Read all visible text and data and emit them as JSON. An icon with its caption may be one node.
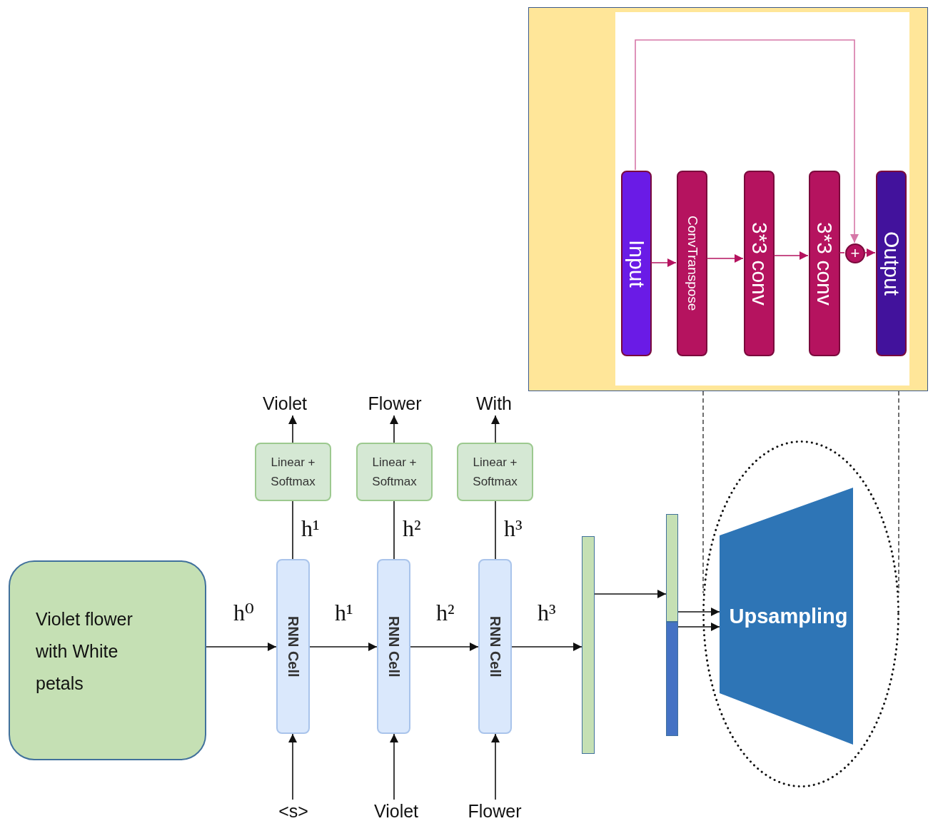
{
  "diagram": {
    "nodes": [
      {
        "text": [
          "Violet flower with White petals"
        ]
      },
      {
        "text": [
          "RNN Cell"
        ]
      },
      {
        "text": [
          "RNN Cell"
        ]
      },
      {
        "text": [
          "RNN Cell"
        ]
      },
      {
        "text": [
          "Linear + Softmax"
        ]
      },
      {
        "text": [
          "Linear + Softmax"
        ]
      },
      {
        "text": [
          "Linear + Softmax"
        ]
      },
      {
        "text": [
          "Violet"
        ]
      },
      {
        "text": [
          "Flower"
        ]
      },
      {
        "text": [
          "With"
        ]
      },
      {
        "text": [
          "<s>"
        ]
      },
      {
        "text": [
          "Violet"
        ]
      },
      {
        "text": [
          "Flower"
        ]
      },
      {
        "text": [],
        "shape": "bar"
      },
      {
        "text": [],
        "shape": "bar"
      },
      {
        "text": [],
        "shape": "bar"
      },
      {
        "text": [],
        "shape": "circle"
      },
      {
        "text": [
          "Upsampling"
        ],
        "in": 16
      },
      {
        "text": [],
        "shape": "box"
      },
      {
        "text": [
          "Input"
        ],
        "in": 18
      },
      {
        "text": [
          "ConvTranspose"
        ],
        "in": 18
      },
      {
        "text": [
          "3*3 conv"
        ],
        "in": 18
      },
      {
        "text": [
          "3*3 conv"
        ],
        "in": 18
      },
      {
        "text": [
          "+"
        ],
        "in": 18
      },
      {
        "text": [
          "Output"
        ],
        "in": 18
      }
    ],
    "edges": [
      {
        "from": 0,
        "to": 1,
        "arrow": "to",
        "label": "h⁰"
      },
      {
        "from": 1,
        "to": 2,
        "arrow": "to",
        "label": "h¹"
      },
      {
        "from": 2,
        "to": 3,
        "arrow": "to",
        "label": "h²"
      },
      {
        "from": 3,
        "to": 13,
        "arrow": "to",
        "label": "h³"
      },
      {
        "from": 1,
        "to": 4,
        "arrow": "none",
        "label": "h¹"
      },
      {
        "from": 2,
        "to": 5,
        "arrow": "none",
        "label": "h²"
      },
      {
        "from": 3,
        "to": 6,
        "arrow": "none",
        "label": "h³"
      },
      {
        "from": 4,
        "to": 7,
        "arrow": "to"
      },
      {
        "from": 5,
        "to": 8,
        "arrow": "to"
      },
      {
        "from": 6,
        "to": 9,
        "arrow": "to"
      },
      {
        "from": 10,
        "to": 1,
        "arrow": "to"
      },
      {
        "from": 11,
        "to": 2,
        "arrow": "to"
      },
      {
        "from": 12,
        "to": 3,
        "arrow": "to"
      },
      {
        "from": 13,
        "to": 14,
        "arrow": "to"
      },
      {
        "from": 14,
        "to": 17,
        "arrow": "to"
      },
      {
        "from": 15,
        "to": 17,
        "arrow": "to"
      },
      {
        "from": 19,
        "to": 20,
        "arrow": "to",
        "color": "#b5135f"
      },
      {
        "from": 20,
        "to": 21,
        "arrow": "to",
        "color": "#b5135f"
      },
      {
        "from": 21,
        "to": 22,
        "arrow": "to",
        "color": "#b5135f"
      },
      {
        "from": 22,
        "to": 23,
        "arrow": "none",
        "color": "#b5135f"
      },
      {
        "from": 23,
        "to": 24,
        "arrow": "to",
        "color": "#b5135f"
      },
      {
        "from": 19,
        "to": 23,
        "arrow": "to",
        "color": "#d678a8"
      },
      {
        "from": 18,
        "to": 16,
        "arrow": "none",
        "style": "dashed"
      },
      {
        "from": 18,
        "to": 16,
        "arrow": "none",
        "style": "dashed"
      }
    ]
  }
}
